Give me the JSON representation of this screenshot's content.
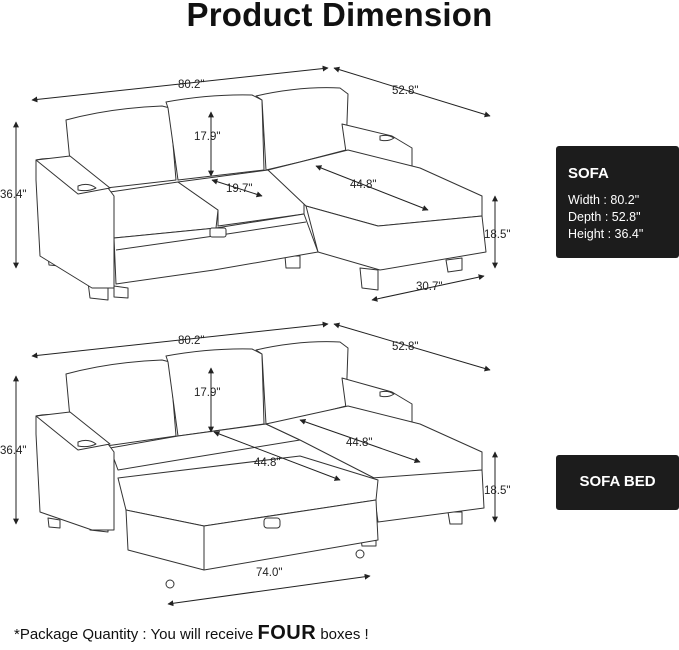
{
  "title": "Product Dimension",
  "sofa_dims": {
    "width": "80.2\"",
    "depth": "52.8\"",
    "height": "36.4\"",
    "back": "17.9\"",
    "seat": "19.7\"",
    "chaise": "44.8\"",
    "seat_height": "18.5\"",
    "chaise_width": "30.7\""
  },
  "bed_dims": {
    "width": "80.2\"",
    "depth": "52.8\"",
    "height": "36.4\"",
    "back": "17.9\"",
    "bed_length": "44.8\"",
    "chaise": "44.8\"",
    "seat_height": "18.5\"",
    "bed_width": "74.0\""
  },
  "sofa_panel": {
    "title": "SOFA",
    "width": "Width : 80.2\"",
    "depth": "Depth : 52.8\"",
    "height": "Height : 36.4\""
  },
  "bed_panel": {
    "title": "SOFA BED"
  },
  "footer": {
    "prefix": "*Package Quantity : You will receive",
    "emphasis": "FOUR",
    "suffix": "boxes !"
  }
}
